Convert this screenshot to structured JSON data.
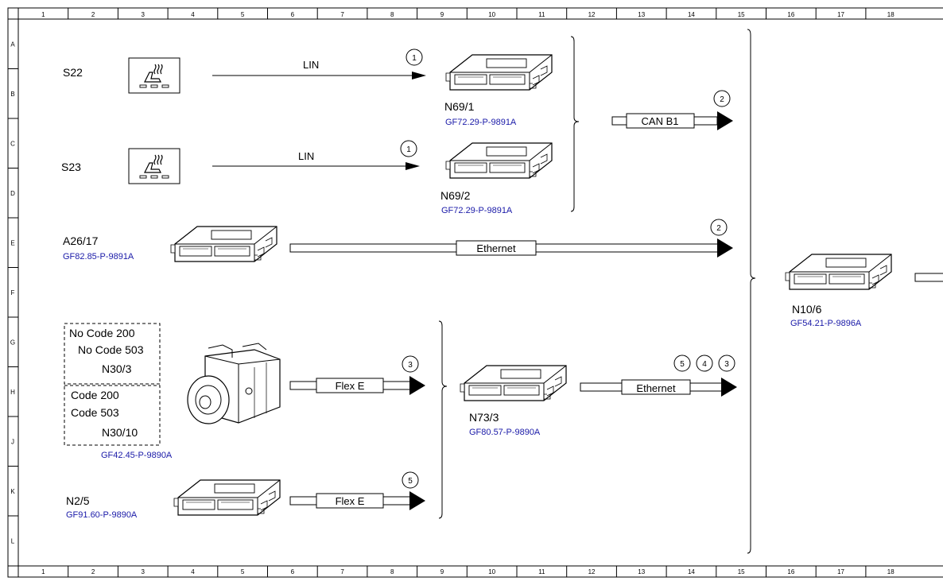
{
  "grid": {
    "columns": [
      "1",
      "2",
      "3",
      "4",
      "5",
      "6",
      "7",
      "8",
      "9",
      "10",
      "11",
      "12",
      "13",
      "14",
      "15",
      "16",
      "17",
      "18"
    ],
    "rows": [
      "A",
      "B",
      "C",
      "D",
      "E",
      "F",
      "G",
      "H",
      "J",
      "K",
      "L"
    ]
  },
  "components": {
    "s22": {
      "label": "S22"
    },
    "s23": {
      "label": "S23"
    },
    "n69_1": {
      "label": "N69/1",
      "ref": "GF72.29-P-9891A"
    },
    "n69_2": {
      "label": "N69/2",
      "ref": "GF72.29-P-9891A"
    },
    "a26_17": {
      "label": "A26/17",
      "ref": "GF82.85-P-9891A"
    },
    "n30": {
      "box_top": {
        "line1": "No Code 200",
        "line2": "No Code 503",
        "name": "N30/3"
      },
      "box_bottom": {
        "line1": "Code 200",
        "line2": "Code 503",
        "name": "N30/10"
      },
      "ref": "GF42.45-P-9890A"
    },
    "n2_5": {
      "label": "N2/5",
      "ref": "GF91.60-P-9890A"
    },
    "n73_3": {
      "label": "N73/3",
      "ref": "GF80.57-P-9890A"
    },
    "n10_6": {
      "label": "N10/6",
      "ref": "GF54.21-P-9896A"
    }
  },
  "buses": {
    "lin_1": "LIN",
    "lin_2": "LIN",
    "can_b1": "CAN B1",
    "ethernet_a26": "Ethernet",
    "flex_e_n30": "Flex E",
    "flex_e_n2": "Flex E",
    "ethernet_n73": "Ethernet"
  },
  "callouts": {
    "c_lin1": "1",
    "c_lin2": "1",
    "c_can": "2",
    "c_eth": "2",
    "c_flex1": "3",
    "c_flex2": "5",
    "c_n73_a": "5",
    "c_n73_b": "4",
    "c_n73_c": "3"
  }
}
